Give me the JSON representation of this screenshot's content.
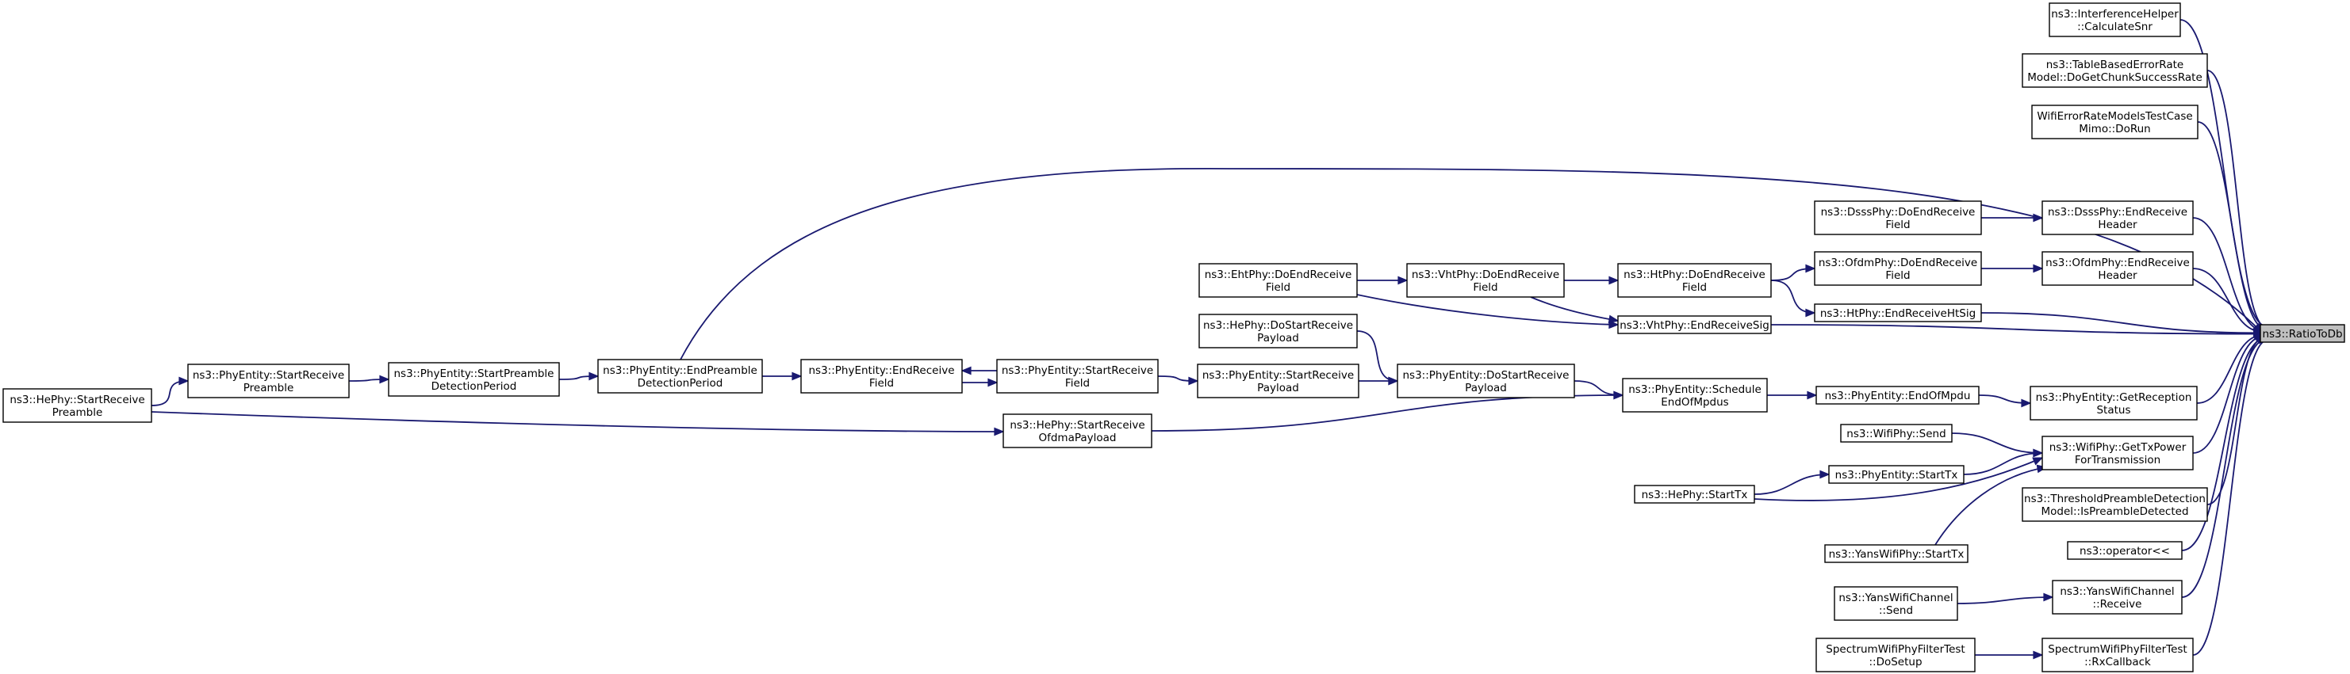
{
  "root": "ns3::RatioToDb",
  "nodes": [
    {
      "id": "ratiotodb",
      "lines": [
        "ns3::RatioToDb"
      ]
    },
    {
      "id": "calcsnr",
      "lines": [
        "ns3::InterferenceHelper",
        "::CalculateSnr"
      ]
    },
    {
      "id": "tbchunk",
      "lines": [
        "ns3::TableBasedErrorRate",
        "Model::DoGetChunkSuccessRate"
      ]
    },
    {
      "id": "wifimimo",
      "lines": [
        "WifiErrorRateModelsTestCase",
        "Mimo::DoRun"
      ]
    },
    {
      "id": "dsss_doend",
      "lines": [
        "ns3::DsssPhy::DoEndReceive",
        "Field"
      ]
    },
    {
      "id": "dsss_endhdr",
      "lines": [
        "ns3::DsssPhy::EndReceive",
        "Header"
      ]
    },
    {
      "id": "ofdm_doend",
      "lines": [
        "ns3::OfdmPhy::DoEndReceive",
        "Field"
      ]
    },
    {
      "id": "ofdm_endhdr",
      "lines": [
        "ns3::OfdmPhy::EndReceive",
        "Header"
      ]
    },
    {
      "id": "eht_doend",
      "lines": [
        "ns3::EhtPhy::DoEndReceive",
        "Field"
      ]
    },
    {
      "id": "vht_doend",
      "lines": [
        "ns3::VhtPhy::DoEndReceive",
        "Field"
      ]
    },
    {
      "id": "ht_doend",
      "lines": [
        "ns3::HtPhy::DoEndReceive",
        "Field"
      ]
    },
    {
      "id": "ht_sig",
      "lines": [
        "ns3::HtPhy::EndReceiveHtSig"
      ]
    },
    {
      "id": "vht_sig",
      "lines": [
        "ns3::VhtPhy::EndReceiveSig"
      ]
    },
    {
      "id": "hephy_dostartpl",
      "lines": [
        "ns3::HePhy::DoStartReceive",
        "Payload"
      ]
    },
    {
      "id": "pe_dostartpl",
      "lines": [
        "ns3::PhyEntity::DoStartReceive",
        "Payload"
      ]
    },
    {
      "id": "pe_startpl",
      "lines": [
        "ns3::PhyEntity::StartReceive",
        "Payload"
      ]
    },
    {
      "id": "pe_startfield",
      "lines": [
        "ns3::PhyEntity::StartReceive",
        "Field"
      ]
    },
    {
      "id": "pe_endfield",
      "lines": [
        "ns3::PhyEntity::EndReceive",
        "Field"
      ]
    },
    {
      "id": "pe_endpreamble",
      "lines": [
        "ns3::PhyEntity::EndPreamble",
        "DetectionPeriod"
      ]
    },
    {
      "id": "pe_startpreambledet",
      "lines": [
        "ns3::PhyEntity::StartPreamble",
        "DetectionPeriod"
      ]
    },
    {
      "id": "pe_startpreamble",
      "lines": [
        "ns3::PhyEntity::StartReceive",
        "Preamble"
      ]
    },
    {
      "id": "hephy_startpreamble",
      "lines": [
        "ns3::HePhy::StartReceive",
        "Preamble"
      ]
    },
    {
      "id": "pe_schedule",
      "lines": [
        "ns3::PhyEntity::Schedule",
        "EndOfMpdus"
      ]
    },
    {
      "id": "pe_endofmpdu",
      "lines": [
        "ns3::PhyEntity::EndOfMpdu"
      ]
    },
    {
      "id": "pe_getrecstatus",
      "lines": [
        "ns3::PhyEntity::GetReception",
        "Status"
      ]
    },
    {
      "id": "hephy_ofdma",
      "lines": [
        "ns3::HePhy::StartReceive",
        "OfdmaPayload"
      ]
    },
    {
      "id": "wifiphy_send",
      "lines": [
        "ns3::WifiPhy::Send"
      ]
    },
    {
      "id": "wifiphy_gettx",
      "lines": [
        "ns3::WifiPhy::GetTxPower",
        "ForTransmission"
      ]
    },
    {
      "id": "pe_starttx",
      "lines": [
        "ns3::PhyEntity::StartTx"
      ]
    },
    {
      "id": "hephy_starttx",
      "lines": [
        "ns3::HePhy::StartTx"
      ]
    },
    {
      "id": "threshold",
      "lines": [
        "ns3::ThresholdPreambleDetection",
        "Model::IsPreambleDetected"
      ]
    },
    {
      "id": "yans_starttx",
      "lines": [
        "ns3::YansWifiPhy::StartTx"
      ]
    },
    {
      "id": "operator",
      "lines": [
        "ns3::operator<<"
      ]
    },
    {
      "id": "yanschan_send",
      "lines": [
        "ns3::YansWifiChannel",
        "::Send"
      ]
    },
    {
      "id": "yanschan_receive",
      "lines": [
        "ns3::YansWifiChannel",
        "::Receive"
      ]
    },
    {
      "id": "spectrum_dosetup",
      "lines": [
        "SpectrumWifiPhyFilterTest",
        "::DoSetup"
      ]
    },
    {
      "id": "spectrum_rxcb",
      "lines": [
        "SpectrumWifiPhyFilterTest",
        "::RxCallback"
      ]
    }
  ],
  "edges": [
    [
      "calcsnr",
      "ratiotodb"
    ],
    [
      "tbchunk",
      "ratiotodb"
    ],
    [
      "wifimimo",
      "ratiotodb"
    ],
    [
      "pe_endpreamble",
      "ratiotodb"
    ],
    [
      "dsss_endhdr",
      "ratiotodb"
    ],
    [
      "ofdm_endhdr",
      "ratiotodb"
    ],
    [
      "ht_sig",
      "ratiotodb"
    ],
    [
      "vht_sig",
      "ratiotodb"
    ],
    [
      "pe_getrecstatus",
      "ratiotodb"
    ],
    [
      "wifiphy_gettx",
      "ratiotodb"
    ],
    [
      "threshold",
      "ratiotodb"
    ],
    [
      "operator",
      "ratiotodb"
    ],
    [
      "yanschan_receive",
      "ratiotodb"
    ],
    [
      "spectrum_rxcb",
      "ratiotodb"
    ],
    [
      "dsss_doend",
      "dsss_endhdr"
    ],
    [
      "ofdm_doend",
      "ofdm_endhdr"
    ],
    [
      "ht_doend",
      "ofdm_doend"
    ],
    [
      "ht_doend",
      "ht_sig"
    ],
    [
      "vht_doend",
      "ht_doend"
    ],
    [
      "vht_doend",
      "vht_sig"
    ],
    [
      "eht_doend",
      "vht_doend"
    ],
    [
      "eht_doend",
      "vht_sig"
    ],
    [
      "pe_schedule",
      "pe_endofmpdu"
    ],
    [
      "pe_endofmpdu",
      "pe_getrecstatus"
    ],
    [
      "pe_dostartpl",
      "pe_schedule"
    ],
    [
      "hephy_ofdma",
      "pe_schedule"
    ],
    [
      "hephy_dostartpl",
      "pe_dostartpl"
    ],
    [
      "pe_startpl",
      "pe_dostartpl"
    ],
    [
      "pe_startfield",
      "pe_startpl"
    ],
    [
      "pe_startfield",
      "pe_endfield"
    ],
    [
      "pe_endfield",
      "pe_startfield"
    ],
    [
      "pe_endpreamble",
      "pe_endfield"
    ],
    [
      "pe_startpreambledet",
      "pe_endpreamble"
    ],
    [
      "pe_startpreamble",
      "pe_startpreambledet"
    ],
    [
      "hephy_startpreamble",
      "pe_startpreamble"
    ],
    [
      "hephy_startpreamble",
      "hephy_ofdma"
    ],
    [
      "wifiphy_send",
      "wifiphy_gettx"
    ],
    [
      "pe_starttx",
      "wifiphy_gettx"
    ],
    [
      "hephy_starttx",
      "pe_starttx"
    ],
    [
      "hephy_starttx",
      "wifiphy_gettx"
    ],
    [
      "yans_starttx",
      "wifiphy_gettx"
    ],
    [
      "yanschan_send",
      "yanschan_receive"
    ],
    [
      "spectrum_dosetup",
      "spectrum_rxcb"
    ]
  ],
  "colors": {
    "edge": "#191970",
    "root_fill": "#bfbfbf",
    "node_fill": "#ffffff",
    "node_border": "#000000"
  }
}
